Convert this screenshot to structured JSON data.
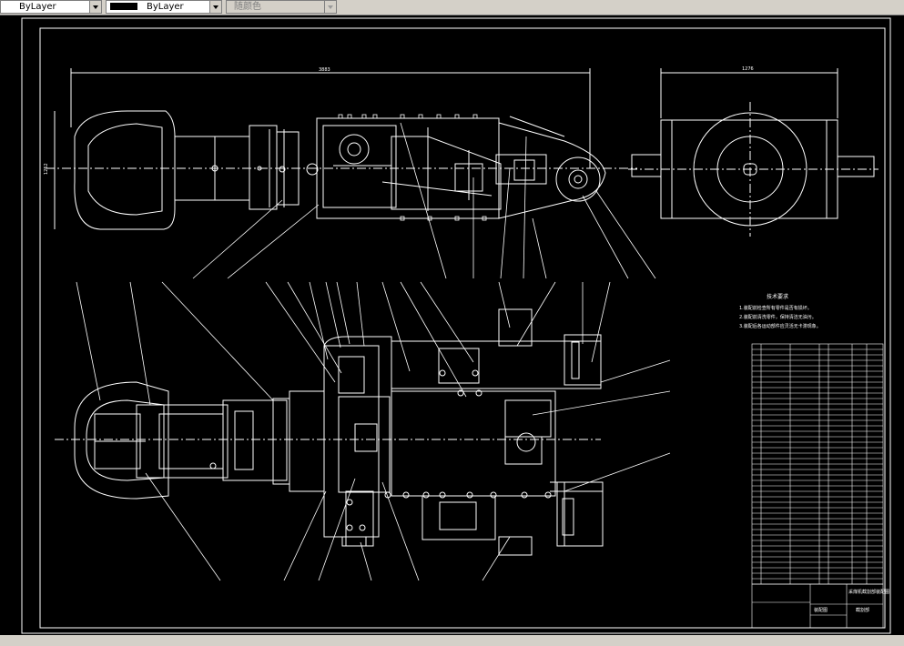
{
  "toolbar": {
    "linetype_value": "ByLayer",
    "lineweight_value": "ByLayer",
    "plotstyle_value": "随颜色"
  },
  "drawing": {
    "dim_top_length": "3883",
    "dim_top_width": "1276",
    "dim_height": "1252",
    "tech_title": "技术要求",
    "tech_notes": [
      "1.装配前检查所有零件是否有损坏。",
      "2.装配前清洗零件，保持清洁无油污。",
      "3.装配后各运动部件应灵活无卡滞现象。"
    ],
    "title_line1": "采煤机截割部装配图",
    "title_line2": "截割部",
    "sheet_label": "装配图"
  },
  "colors": {
    "background": "#000000",
    "lines": "#ffffff",
    "toolbar": "#d4d0c8"
  }
}
